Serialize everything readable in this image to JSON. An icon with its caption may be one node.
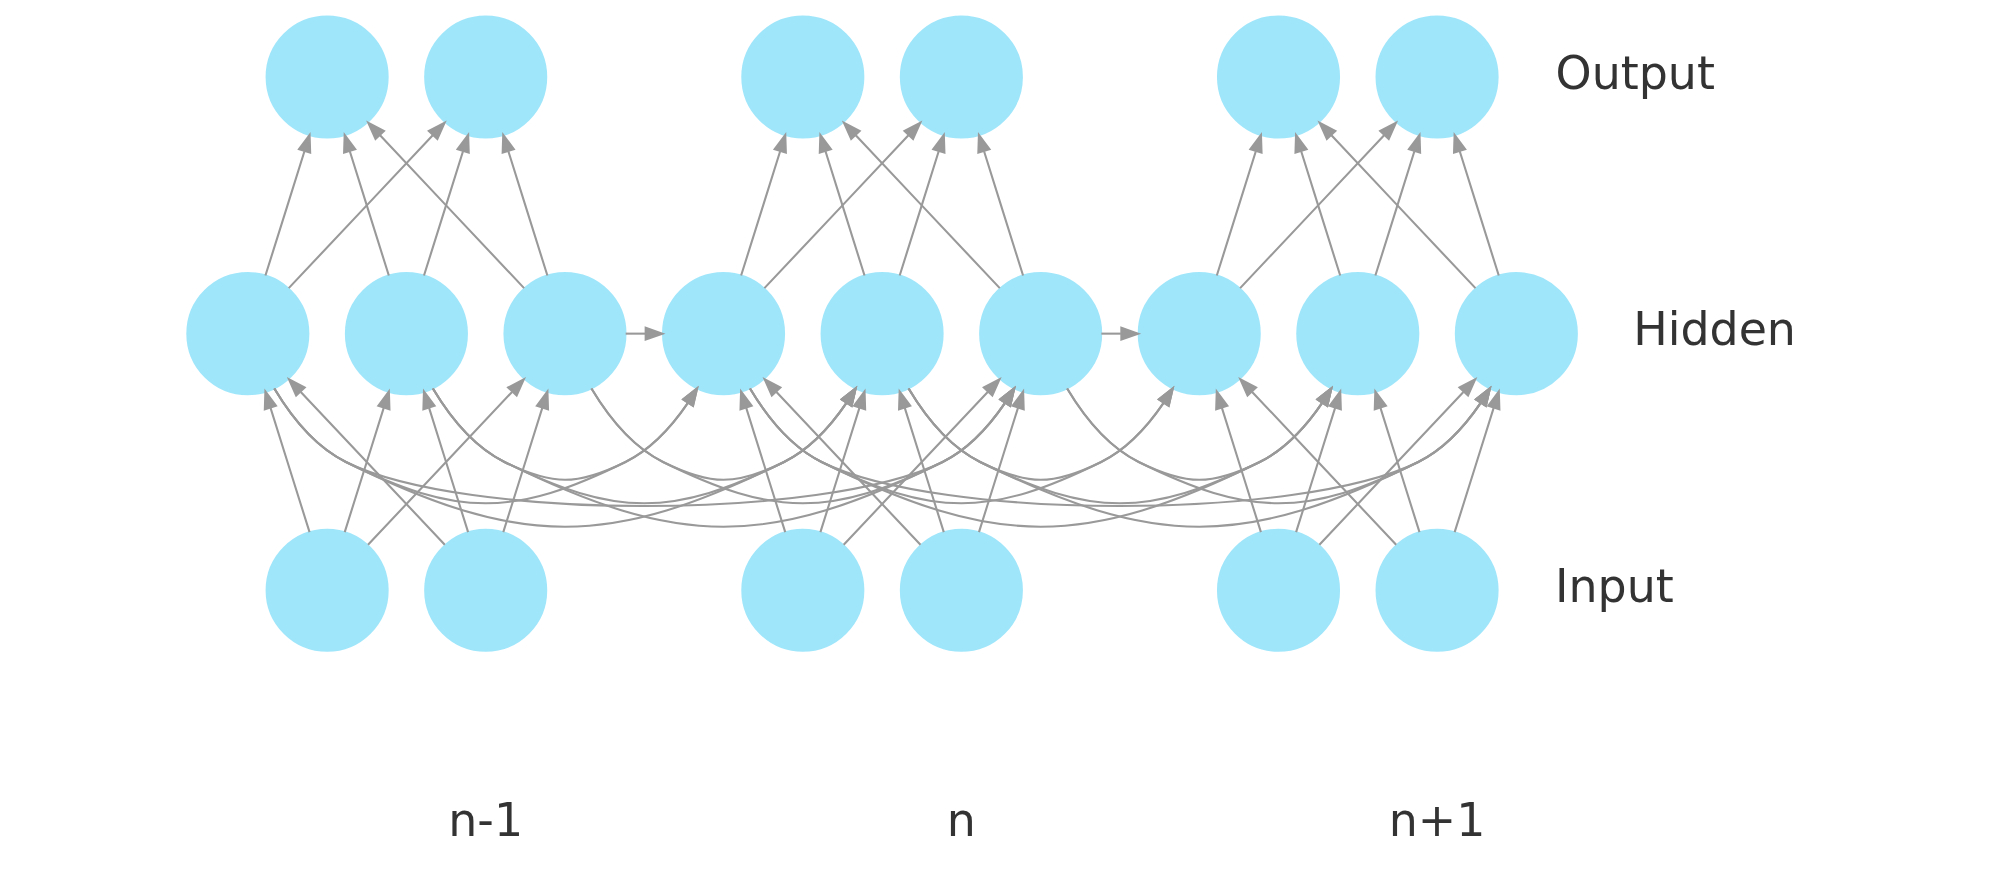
{
  "diagram": {
    "nodes": [
      {
        "text": [],
        "shape": "circle"
      },
      {
        "text": [],
        "shape": "circle"
      },
      {
        "text": [],
        "shape": "circle"
      },
      {
        "text": [],
        "shape": "circle"
      },
      {
        "text": [],
        "shape": "circle"
      },
      {
        "text": [],
        "shape": "circle"
      },
      {
        "text": [],
        "shape": "circle"
      },
      {
        "text": [],
        "shape": "circle"
      },
      {
        "text": [],
        "shape": "circle"
      },
      {
        "text": [],
        "shape": "circle"
      },
      {
        "text": [],
        "shape": "circle"
      },
      {
        "text": [],
        "shape": "circle"
      },
      {
        "text": [],
        "shape": "circle"
      },
      {
        "text": [],
        "shape": "circle"
      },
      {
        "text": [],
        "shape": "circle"
      },
      {
        "text": [],
        "shape": "circle"
      },
      {
        "text": [],
        "shape": "circle"
      },
      {
        "text": [],
        "shape": "circle"
      },
      {
        "text": [],
        "shape": "circle"
      },
      {
        "text": [],
        "shape": "circle"
      },
      {
        "text": [],
        "shape": "circle"
      }
    ],
    "edges": [
      {
        "from": 5,
        "to": 2,
        "arrow": "to"
      },
      {
        "from": 5,
        "to": 3,
        "arrow": "to"
      },
      {
        "from": 5,
        "to": 4,
        "arrow": "to"
      },
      {
        "from": 6,
        "to": 2,
        "arrow": "to"
      },
      {
        "from": 6,
        "to": 3,
        "arrow": "to"
      },
      {
        "from": 6,
        "to": 4,
        "arrow": "to"
      },
      {
        "from": 2,
        "to": 0,
        "arrow": "to"
      },
      {
        "from": 2,
        "to": 1,
        "arrow": "to"
      },
      {
        "from": 3,
        "to": 0,
        "arrow": "to"
      },
      {
        "from": 3,
        "to": 1,
        "arrow": "to"
      },
      {
        "from": 4,
        "to": 0,
        "arrow": "to"
      },
      {
        "from": 4,
        "to": 1,
        "arrow": "to"
      },
      {
        "from": 12,
        "to": 9,
        "arrow": "to"
      },
      {
        "from": 12,
        "to": 10,
        "arrow": "to"
      },
      {
        "from": 12,
        "to": 11,
        "arrow": "to"
      },
      {
        "from": 13,
        "to": 9,
        "arrow": "to"
      },
      {
        "from": 13,
        "to": 10,
        "arrow": "to"
      },
      {
        "from": 13,
        "to": 11,
        "arrow": "to"
      },
      {
        "from": 9,
        "to": 7,
        "arrow": "to"
      },
      {
        "from": 9,
        "to": 8,
        "arrow": "to"
      },
      {
        "from": 10,
        "to": 7,
        "arrow": "to"
      },
      {
        "from": 10,
        "to": 8,
        "arrow": "to"
      },
      {
        "from": 11,
        "to": 7,
        "arrow": "to"
      },
      {
        "from": 11,
        "to": 8,
        "arrow": "to"
      },
      {
        "from": 19,
        "to": 16,
        "arrow": "to"
      },
      {
        "from": 19,
        "to": 17,
        "arrow": "to"
      },
      {
        "from": 19,
        "to": 18,
        "arrow": "to"
      },
      {
        "from": 20,
        "to": 16,
        "arrow": "to"
      },
      {
        "from": 20,
        "to": 17,
        "arrow": "to"
      },
      {
        "from": 20,
        "to": 18,
        "arrow": "to"
      },
      {
        "from": 16,
        "to": 14,
        "arrow": "to"
      },
      {
        "from": 16,
        "to": 15,
        "arrow": "to"
      },
      {
        "from": 17,
        "to": 14,
        "arrow": "to"
      },
      {
        "from": 17,
        "to": 15,
        "arrow": "to"
      },
      {
        "from": 18,
        "to": 14,
        "arrow": "to"
      },
      {
        "from": 18,
        "to": 15,
        "arrow": "to"
      },
      {
        "from": 2,
        "to": 9,
        "arrow": "to"
      },
      {
        "from": 2,
        "to": 10,
        "arrow": "to"
      },
      {
        "from": 2,
        "to": 11,
        "arrow": "to"
      },
      {
        "from": 3,
        "to": 9,
        "arrow": "to"
      },
      {
        "from": 3,
        "to": 10,
        "arrow": "to"
      },
      {
        "from": 3,
        "to": 11,
        "arrow": "to"
      },
      {
        "from": 4,
        "to": 9,
        "arrow": "to"
      },
      {
        "from": 4,
        "to": 10,
        "arrow": "to"
      },
      {
        "from": 4,
        "to": 11,
        "arrow": "to"
      },
      {
        "from": 9,
        "to": 16,
        "arrow": "to"
      },
      {
        "from": 9,
        "to": 17,
        "arrow": "to"
      },
      {
        "from": 9,
        "to": 18,
        "arrow": "to"
      },
      {
        "from": 10,
        "to": 16,
        "arrow": "to"
      },
      {
        "from": 10,
        "to": 17,
        "arrow": "to"
      },
      {
        "from": 10,
        "to": 18,
        "arrow": "to"
      },
      {
        "from": 11,
        "to": 16,
        "arrow": "to"
      },
      {
        "from": 11,
        "to": 17,
        "arrow": "to"
      },
      {
        "from": 11,
        "to": 18,
        "arrow": "to"
      }
    ],
    "labels": [
      "Output",
      "Hidden",
      "Input",
      "n-1",
      "n",
      "n+1"
    ]
  }
}
